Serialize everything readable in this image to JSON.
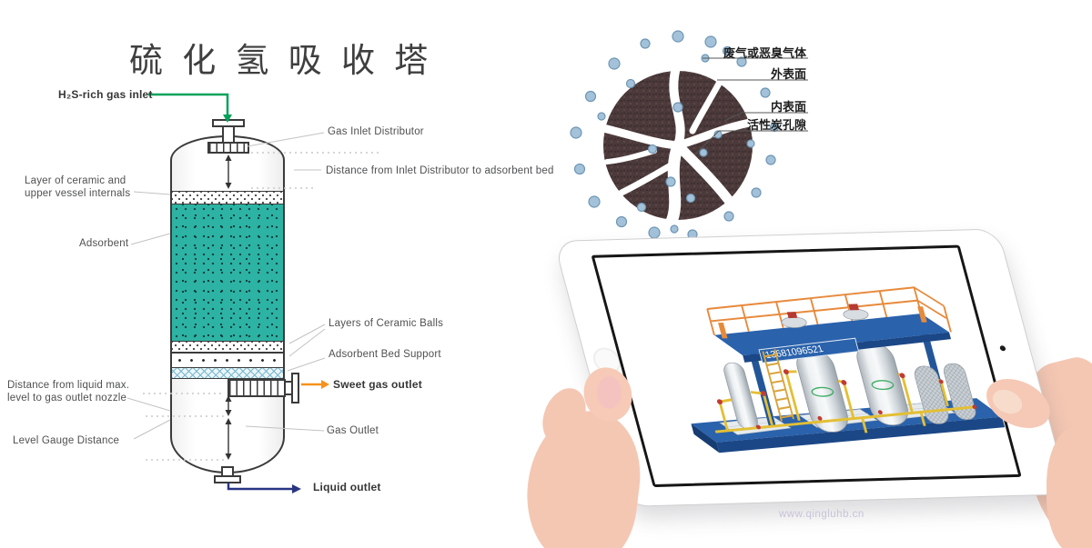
{
  "tower": {
    "title": "硫 化 氢 吸 收 塔",
    "labels": {
      "h2s_inlet": "H₂S-rich gas inlet",
      "gas_inlet_distributor": "Gas Inlet Distributor",
      "distance_inlet_distributor": "Distance from Inlet Distributor to adsorbent bed",
      "layer_ceramic_1": "Layer of ceramic and",
      "layer_ceramic_2": "upper vessel internals",
      "adsorbent": "Adsorbent",
      "ceramic_balls": "Layers of Ceramic Balls",
      "bed_support": "Adsorbent Bed Support",
      "sweet_gas_outlet": "Sweet gas outlet",
      "distance_liquid_1": "Distance from liquid max.",
      "distance_liquid_2": "level to gas outlet nozzle",
      "level_gauge": "Level Gauge Distance",
      "gas_outlet": "Gas Outlet",
      "liquid_outlet": "Liquid outlet"
    },
    "colors": {
      "inlet_arrow_green": "#00a25a",
      "sweet_gas_orange": "#f6921e",
      "liquid_outlet_navy": "#283583",
      "adsorbent_teal": "#2db3a4"
    }
  },
  "carbon": {
    "labels": {
      "waste_gas": "废气或恶臭气体",
      "outer_surface": "外表面",
      "inner_surface": "内表面",
      "pores": "活性炭孔隙"
    }
  },
  "tablet": {
    "banner": "13681096521"
  },
  "watermark": {
    "text": "www.qingluhb.cn"
  }
}
